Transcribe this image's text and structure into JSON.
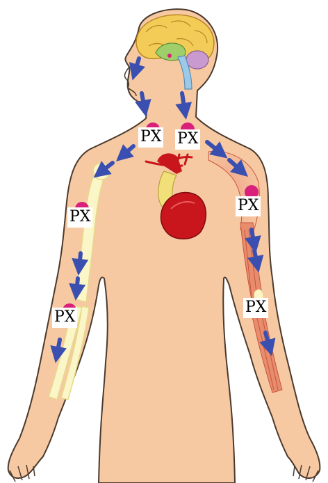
{
  "labels": {
    "neck_left": "PX",
    "neck_right": "PX",
    "upper_arm_left": "PX",
    "forearm_left": "PX",
    "shoulder_right": "PX",
    "forearm_right": "PX"
  },
  "colors": {
    "skin": "#f7c9a2",
    "skin_outline": "#4a3a2e",
    "bone": "#fbf6c8",
    "bone_edge": "#e6d98a",
    "muscle": "#e88c6e",
    "muscle_dark": "#c8553a",
    "arrow": "#3a4fb0",
    "heart": "#c8161c",
    "heart_vessel": "#f1e07a",
    "brain_cortex": "#f3cc57",
    "brain_limbic": "#9fcf6a",
    "cerebellum": "#c99ad0",
    "brainstem": "#9cc9e8",
    "node": "#d9207a"
  },
  "icons": [
    "brain-icon",
    "heart-icon",
    "bone-icon",
    "muscle-icon",
    "arrow-icon"
  ]
}
